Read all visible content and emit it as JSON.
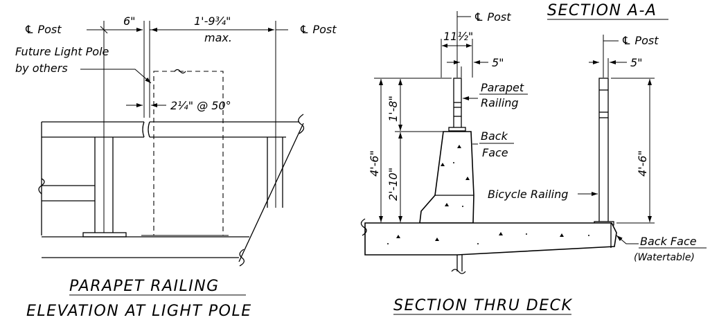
{
  "elevation": {
    "title_line1": "PARAPET RAILING",
    "title_line2": "ELEVATION AT LIGHT POLE",
    "cl_post_left": "℄ Post",
    "cl_post_right": "℄ Post",
    "dim_6in": "6\"",
    "dim_1ft9": "1'-9¾\"",
    "dim_max": "max.",
    "note_light_pole_1": "Future Light Pole",
    "note_light_pole_2": "by others",
    "dim_angle": "2¼\" @ 50°"
  },
  "section": {
    "title_section_aa": "SECTION A-A",
    "title_thru_deck": "SECTION THRU DECK",
    "cl_post_top": "℄ Post",
    "cl_post_right": "℄ Post",
    "dim_11_5": "11½\"",
    "dim_5in_left": "5\"",
    "dim_5in_right": "5\"",
    "dim_1ft8": "1'-8\"",
    "dim_2ft10": "2'-10\"",
    "dim_4ft6_left": "4'-6\"",
    "dim_4ft6_right": "4'-6\"",
    "parapet_1": "Parapet",
    "parapet_2": "Railing",
    "back_face_1": "Back",
    "back_face_2": "Face",
    "bicycle_railing": "Bicycle Railing",
    "back_face_watertable_1": "Back Face",
    "back_face_watertable_2": "(Watertable)"
  }
}
